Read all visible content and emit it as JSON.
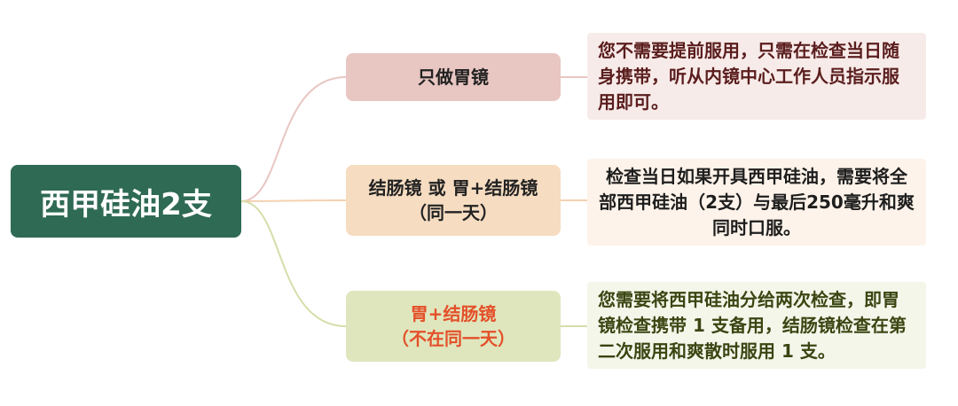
{
  "root": {
    "label": "西甲硅油2支"
  },
  "branches": [
    {
      "line1": "只做胃镜",
      "line2": "",
      "note": "您不需要提前服用，只需在检查当日随身携带，听从内镜中心工作人员指示服用即可。"
    },
    {
      "line1": "结肠镜 或 胃+结肠镜",
      "line2": "（同一天）",
      "note": "检查当日如果开具西甲硅油，需要将全部西甲硅油（2支）与最后250毫升和爽同时口服。"
    },
    {
      "line1": "胃+结肠镜",
      "line2": "（不在同一天）",
      "note": "您需要将西甲硅油分给两次检查，即胃镜检查携带 1 支备用，结肠镜检查在第二次服用和爽散时服用 1 支。"
    }
  ],
  "colors": {
    "root_fill": "#2f6a54",
    "branch_1_fill": "#e8c6c2",
    "branch_2_fill": "#f6dcc1",
    "branch_3_fill": "#dfe6bd",
    "branch_3_text": "#e4502a",
    "connector_1": "#e8c6c2",
    "connector_2": "#f6dcc1",
    "connector_3": "#dfe6bd"
  }
}
